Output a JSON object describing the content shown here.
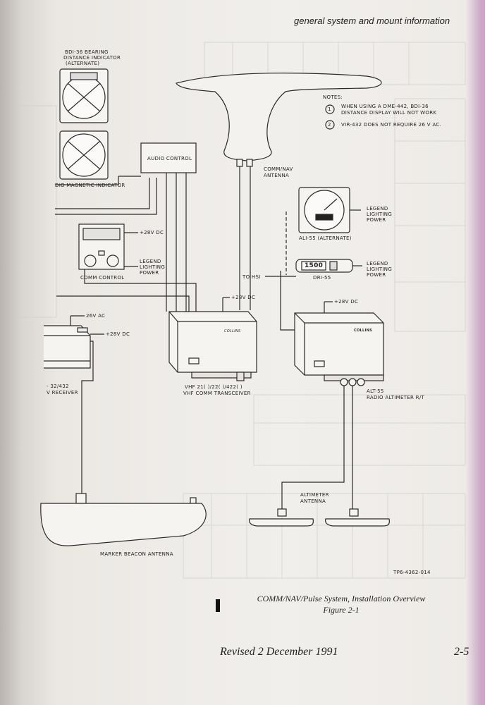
{
  "header": {
    "title": "general system and mount information"
  },
  "notes": {
    "title": "NOTES:",
    "items": [
      {
        "num": "1",
        "lines": [
          "WHEN USING A DME-442, BDI-36",
          "DISTANCE DISPLAY WILL NOT WORK"
        ]
      },
      {
        "num": "2",
        "lines": [
          "VIR-432 DOES NOT REQUIRE 26 V AC."
        ]
      }
    ]
  },
  "labels": {
    "bdi36_l1": "BDI-36 BEARING",
    "bdi36_l2": "DISTANCE INDICATOR",
    "bdi36_l3": "(ALTERNATE)",
    "rmi": "DIO MAGNETIC INDICATOR",
    "audio_control": "AUDIO CONTROL",
    "comm_nav_antenna_l1": "COMM/NAV",
    "comm_nav_antenna_l2": "ANTENNA",
    "ali55": "ALI-55 (ALTERNATE)",
    "legend1_l1": "LEGEND",
    "legend1_l2": "LIGHTING",
    "legend1_l3": "POWER",
    "legend2_l1": "LEGEND",
    "legend2_l2": "LIGHTING",
    "legend2_l3": "POWER",
    "legend3_l1": "LEGEND",
    "legend3_l2": "LIGHTING",
    "legend3_l3": "POWER",
    "dri55": "DRI-55",
    "dri55_display": "1500",
    "plus28_comm": "+28V DC",
    "comm_control": "COMM CONTROL",
    "to_hsi": "TO HSI",
    "plus28_vhf": "+28V DC",
    "plus28_alt": "+28V DC",
    "ac26": "26V AC",
    "plus28_vir": "+28V DC",
    "vir_l1": "- 32/432",
    "vir_l2": "V RECEIVER",
    "vhf_l1": "VHF 21( )/22( )/422( )",
    "vhf_l2": "VHF COMM TRANSCEIVER",
    "alt55_l1": "ALT-55",
    "alt55_l2": "RADIO ALTIMETER R/T",
    "altimeter_antenna_l1": "ALTIMETER",
    "altimeter_antenna_l2": "ANTENNA",
    "marker_beacon": "MARKER BEACON ANTENNA",
    "drawing_no": "TP6-4362-014",
    "collins": "COLLINS"
  },
  "caption": {
    "line1": "COMM/NAV/Pulse System, Installation Overview",
    "line2": "Figure 2-1"
  },
  "footer": {
    "revised": "Revised 2 December 1991",
    "page": "2-5"
  },
  "colors": {
    "paper": "#f1efec",
    "ink": "#222222",
    "bleed_grid": "#c6cbd0",
    "page_edge": "#d99acb"
  }
}
